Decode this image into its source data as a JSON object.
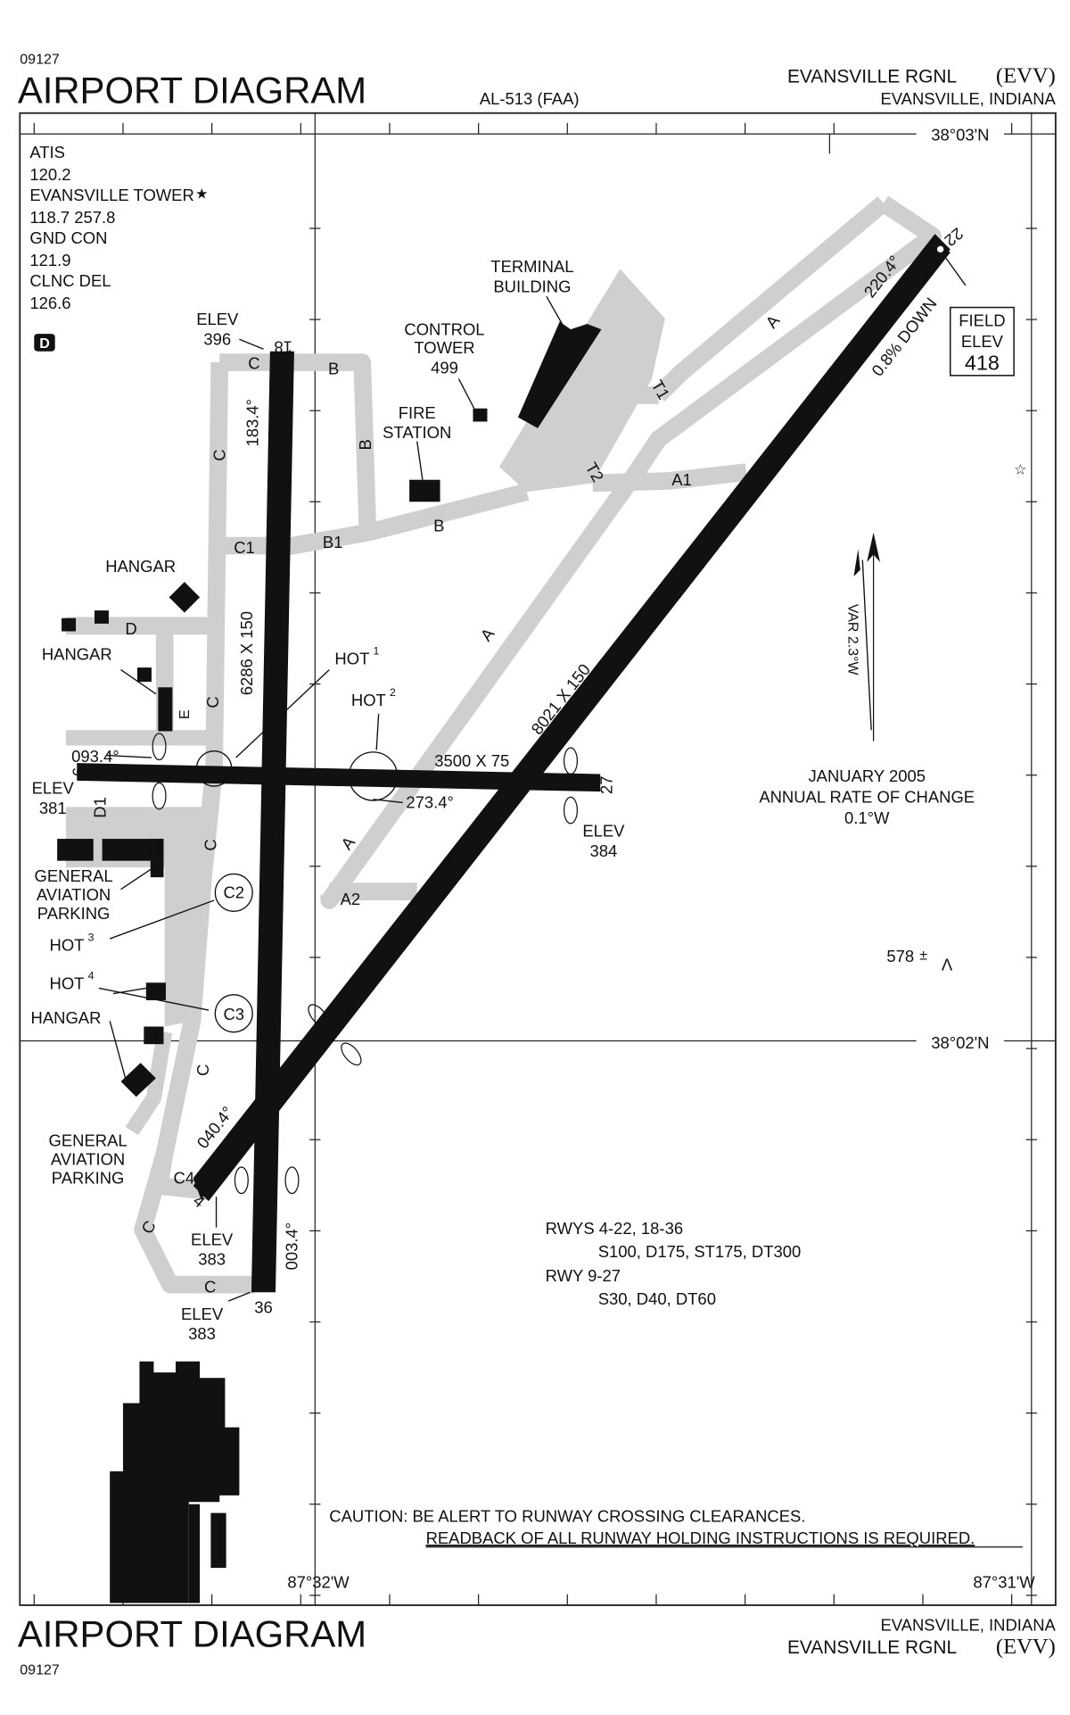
{
  "header": {
    "chart_id": "09127",
    "title": "AIRPORT DIAGRAM",
    "procedure": "AL-513 (FAA)",
    "airport": "EVANSVILLE RGNL",
    "ident": "(EVV)",
    "city": "EVANSVILLE, INDIANA"
  },
  "footer": {
    "chart_id": "09127",
    "title": "AIRPORT DIAGRAM",
    "city": "EVANSVILLE, INDIANA",
    "airport": "EVANSVILLE RGNL",
    "ident": "(EVV)"
  },
  "coords": {
    "lat_north": "38°03'N",
    "lat_south": "38°02'N",
    "lon_west": "87°32'W",
    "lon_east": "87°31'W"
  },
  "frequencies": [
    "ATIS",
    "120.2",
    "EVANSVILLE TOWER",
    "118.7  257.8",
    "GND CON",
    "121.9",
    "CLNC DEL",
    "126.6"
  ],
  "tower_star": "★",
  "d_badge": "D",
  "runways": {
    "rwy_18": "18",
    "rwy_36": "36",
    "rwy_9": "9",
    "rwy_27": "27",
    "rwy_4": "4",
    "rwy_22": "22",
    "dim_18_36": "6286 X 150",
    "dim_9_27": "3500 X 75",
    "dim_4_22": "8021 X 150",
    "hdg_183": "183.4°",
    "hdg_003": "003.4°",
    "hdg_093": "093.4°",
    "hdg_273": "273.4°",
    "hdg_040": "040.4°",
    "hdg_220": "220.4°",
    "slope_22": "0.8% DOWN"
  },
  "elevations": {
    "elev_label": "ELEV",
    "e18": "396",
    "e9": "381",
    "e27": "384",
    "e4": "383",
    "e36": "383",
    "field_elev_1": "FIELD",
    "field_elev_2": "ELEV",
    "field_elev_val": "418"
  },
  "taxiways": {
    "a": "A",
    "a1": "A1",
    "a2": "A2",
    "b": "B",
    "b1": "B1",
    "c": "C",
    "c1": "C1",
    "c2": "C2",
    "c3": "C3",
    "c4": "C4",
    "d": "D",
    "d1": "D1",
    "e": "E",
    "t1": "T1",
    "t2": "T2"
  },
  "buildings": {
    "terminal_1": "TERMINAL",
    "terminal_2": "BUILDING",
    "tower_1": "CONTROL",
    "tower_2": "TOWER",
    "tower_3": "499",
    "fire_1": "FIRE",
    "fire_2": "STATION",
    "hangar": "HANGAR",
    "ga_1": "GENERAL",
    "ga_2": "AVIATION",
    "ga_3": "PARKING"
  },
  "hotspots": {
    "hot1": "HOT",
    "hot1_sup": "1",
    "hot2": "HOT",
    "hot2_sup": "2",
    "hot3": "HOT",
    "hot3_sup": "3",
    "hot4": "HOT",
    "hot4_sup": "4"
  },
  "magnetic": {
    "var": "VAR 2.3°W",
    "date": "JANUARY 2005",
    "rate_label": "ANNUAL RATE OF CHANGE",
    "rate": "0.1°W"
  },
  "obstacle": {
    "height": "578",
    "plusminus": "±"
  },
  "strength": {
    "rwys_1": "RWYS 4-22, 18-36",
    "rwys_1_vals": "S100, D175, ST175, DT300",
    "rwys_2": "RWY 9-27",
    "rwys_2_vals": "S30, D40, DT60"
  },
  "caution": {
    "line1": "CAUTION: BE ALERT TO RUNWAY CROSSING CLEARANCES.",
    "line2": "READBACK OF ALL RUNWAY HOLDING INSTRUCTIONS IS REQUIRED."
  }
}
